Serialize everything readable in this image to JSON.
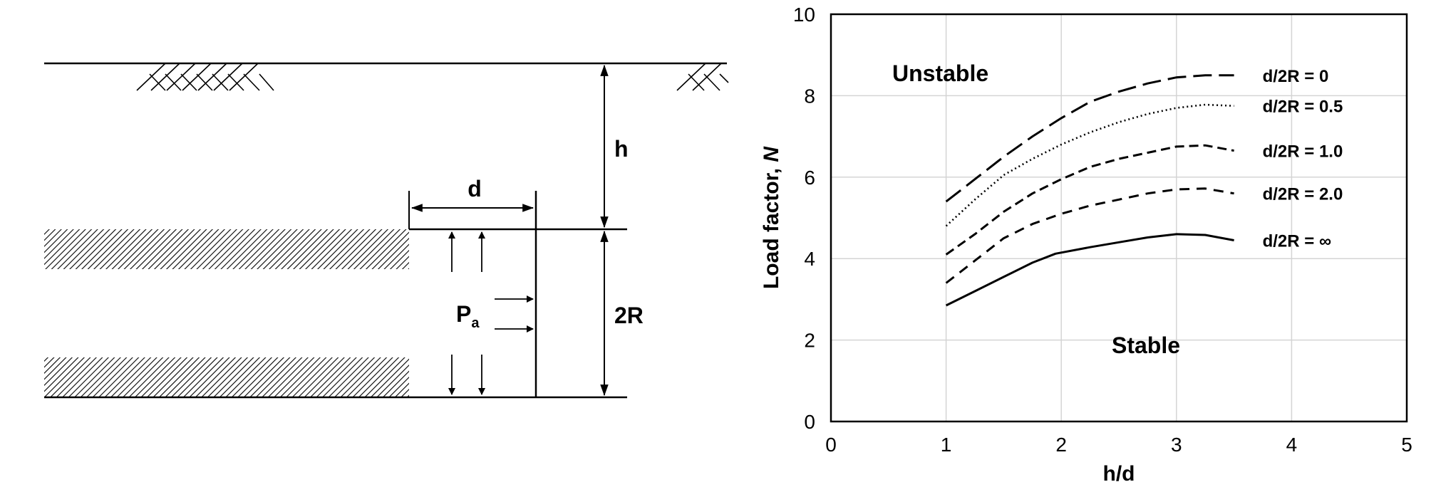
{
  "diagram": {
    "labels": {
      "h": "h",
      "d": "d",
      "two_r": "2R",
      "pressure_main": "P",
      "pressure_sub": "a"
    }
  },
  "chart_data": {
    "type": "line",
    "xlabel": "h/d",
    "ylabel_main": "Load factor, ",
    "ylabel_var": "N",
    "xlim": [
      0,
      5
    ],
    "ylim": [
      0,
      10
    ],
    "xticks": [
      0,
      1,
      2,
      3,
      4,
      5
    ],
    "yticks": [
      0,
      2,
      4,
      6,
      8,
      10
    ],
    "grid": true,
    "annotations": {
      "unstable": {
        "text": "Unstable",
        "color": "#e00000"
      },
      "stable": {
        "text": "Stable",
        "color": "#1a1adc"
      }
    },
    "series": [
      {
        "name": "d/2R = 0",
        "dash": "long-dash",
        "x": [
          1.0,
          1.25,
          1.5,
          1.75,
          2.0,
          2.25,
          2.5,
          2.75,
          3.0,
          3.25,
          3.5
        ],
        "y": [
          5.4,
          5.95,
          6.5,
          7.0,
          7.45,
          7.85,
          8.1,
          8.3,
          8.45,
          8.5,
          8.5
        ]
      },
      {
        "name": "d/2R = 0.5",
        "dash": "dotted",
        "x": [
          1.0,
          1.25,
          1.5,
          1.75,
          2.0,
          2.25,
          2.5,
          2.75,
          3.0,
          3.25,
          3.5
        ],
        "y": [
          4.8,
          5.45,
          6.05,
          6.45,
          6.8,
          7.1,
          7.35,
          7.55,
          7.7,
          7.78,
          7.75
        ]
      },
      {
        "name": "d/2R = 1.0",
        "dash": "medium-dash",
        "x": [
          1.0,
          1.25,
          1.5,
          1.75,
          2.0,
          2.25,
          2.5,
          2.75,
          3.0,
          3.25,
          3.5
        ],
        "y": [
          4.1,
          4.6,
          5.15,
          5.6,
          5.95,
          6.25,
          6.45,
          6.6,
          6.75,
          6.78,
          6.65
        ]
      },
      {
        "name": "d/2R = 2.0",
        "dash": "short-dash",
        "x": [
          1.0,
          1.25,
          1.5,
          1.75,
          2.0,
          2.25,
          2.5,
          2.75,
          3.0,
          3.25,
          3.5
        ],
        "y": [
          3.4,
          3.95,
          4.5,
          4.85,
          5.1,
          5.3,
          5.45,
          5.6,
          5.7,
          5.72,
          5.6
        ]
      },
      {
        "name": "d/2R = ∞",
        "dash": "solid",
        "x": [
          1.0,
          1.25,
          1.5,
          1.75,
          1.95,
          2.25,
          2.5,
          2.75,
          3.0,
          3.25,
          3.5
        ],
        "y": [
          2.85,
          3.2,
          3.55,
          3.9,
          4.12,
          4.28,
          4.4,
          4.52,
          4.6,
          4.58,
          4.45
        ]
      }
    ]
  }
}
